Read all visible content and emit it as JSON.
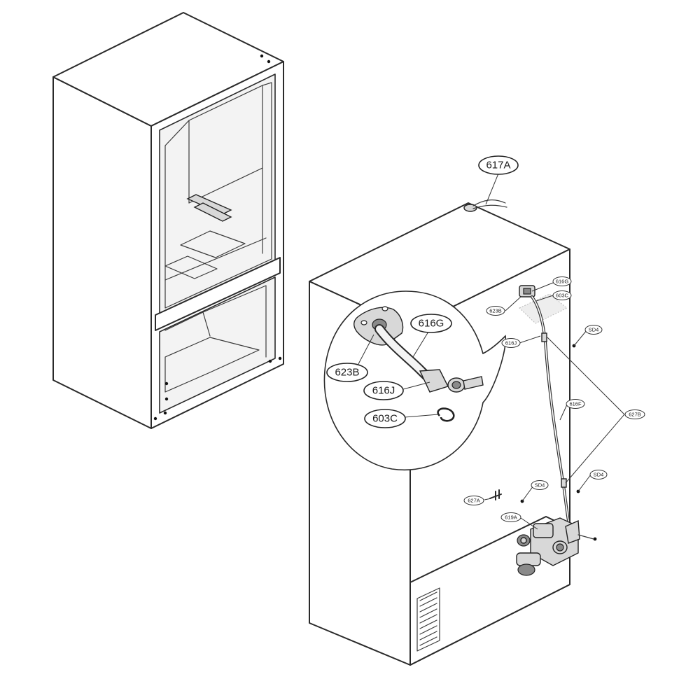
{
  "diagram": {
    "labels": {
      "l617A": "617A",
      "l616G_big": "616G",
      "l623B_big": "623B",
      "l616J_big": "616J",
      "l603C_big": "603C",
      "l616G": "616G",
      "l603C": "603C",
      "l623B": "623B",
      "l616J": "616J",
      "l504a": "SD4",
      "l616F": "616F",
      "l627B": "627B",
      "l504b": "SD4",
      "l504c": "SD4",
      "l627A": "627A",
      "l619A": "619A"
    }
  }
}
